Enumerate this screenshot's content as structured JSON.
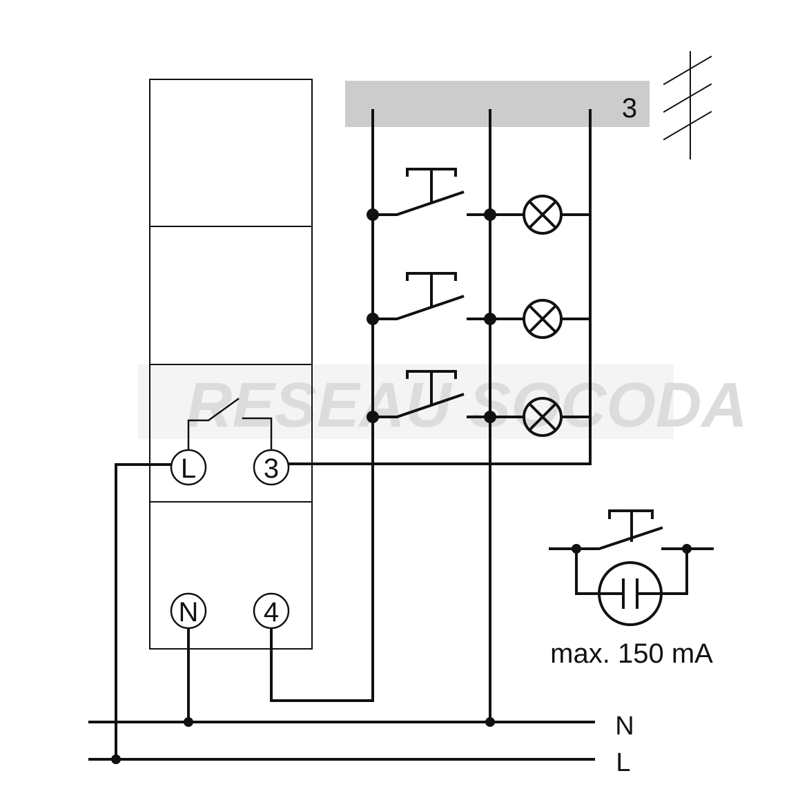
{
  "diagram": {
    "terminals": {
      "L": "L",
      "three": "3",
      "N": "N",
      "four": "4"
    },
    "bus_label": "3",
    "rail_labels": {
      "N": "N",
      "L": "L"
    },
    "legend_text": "max. 150 mA",
    "watermark": "RESEAU SOCODA",
    "colors": {
      "line": "#111111",
      "bus": "#cccccc",
      "watermark": "#dcdcdc"
    }
  }
}
